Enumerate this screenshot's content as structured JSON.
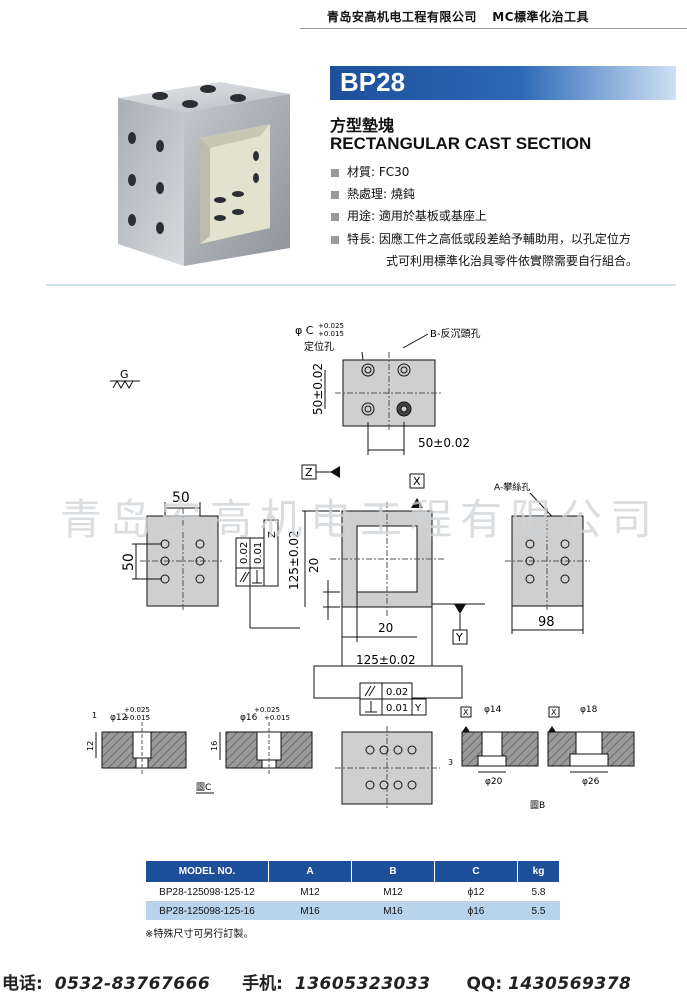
{
  "header": {
    "company": "青岛安高机电工程有限公司",
    "category": "MC標準化治工具"
  },
  "model": "BP28",
  "title_cn": "方型墊塊",
  "title_en": "RECTANGULAR CAST SECTION",
  "specs": [
    {
      "label": "材質:",
      "value": "FC30"
    },
    {
      "label": "熱處理:",
      "value": "燒鈍"
    },
    {
      "label": "用途:",
      "value": "適用於基板或基座上"
    },
    {
      "label": "特長:",
      "value": "因應工件之高低或段差給予輔助用，以孔定位方"
    },
    {
      "label": "",
      "value": "式可利用標準化治具零件依實際需要自行組合。"
    }
  ],
  "watermark": "青岛安高机电工程有限公司",
  "drawing": {
    "g_label": "G",
    "phi_c": "φ C",
    "tol_plus_c": "+0.025",
    "tol_minus_c": "+0.015",
    "locating_hole": "定位孔",
    "b_label": "B-反沉頭孔",
    "a_label": "A-攀絲孔",
    "dim_50_02_v": "50±0.02",
    "dim_50_02_h": "50±0.02",
    "dim_50_top": "50",
    "dim_50_left": "50",
    "dim_125_v": "125±0.02",
    "dim_125_h": "125±0.02",
    "dim_20_v": "20",
    "dim_20_h": "20",
    "dim_98": "98",
    "datum_z": "Z",
    "datum_x": "X",
    "datum_y": "Y",
    "tol_parallel": "0.02",
    "tol_perp": "0.01",
    "phi12": "φ12",
    "phi16": "φ16",
    "phi14": "φ14",
    "phi18": "φ18",
    "phi20": "φ20",
    "phi26": "φ26",
    "t_plus": "+0.025",
    "t_minus": "+0.015",
    "dim_1": "1",
    "dim_12": "12",
    "dim_16": "16",
    "dim_3": "3",
    "fig_c": "圖C",
    "fig_b": "圖B"
  },
  "table": {
    "headers": [
      "MODEL NO.",
      "A",
      "B",
      "C",
      "kg"
    ],
    "rows": [
      [
        "BP28-125098-125-12",
        "M12",
        "M12",
        "ϕ12",
        "5.8"
      ],
      [
        "BP28-125098-125-16",
        "M16",
        "M16",
        "ϕ16",
        "5.5"
      ]
    ]
  },
  "note": "※特殊尺寸可另行訂製。",
  "footer": {
    "phone_label": "电话:",
    "phone": "0532-83767666",
    "mobile_label": "手机:",
    "mobile": "13605323033",
    "qq_label": "QQ:",
    "qq": "1430569378"
  }
}
